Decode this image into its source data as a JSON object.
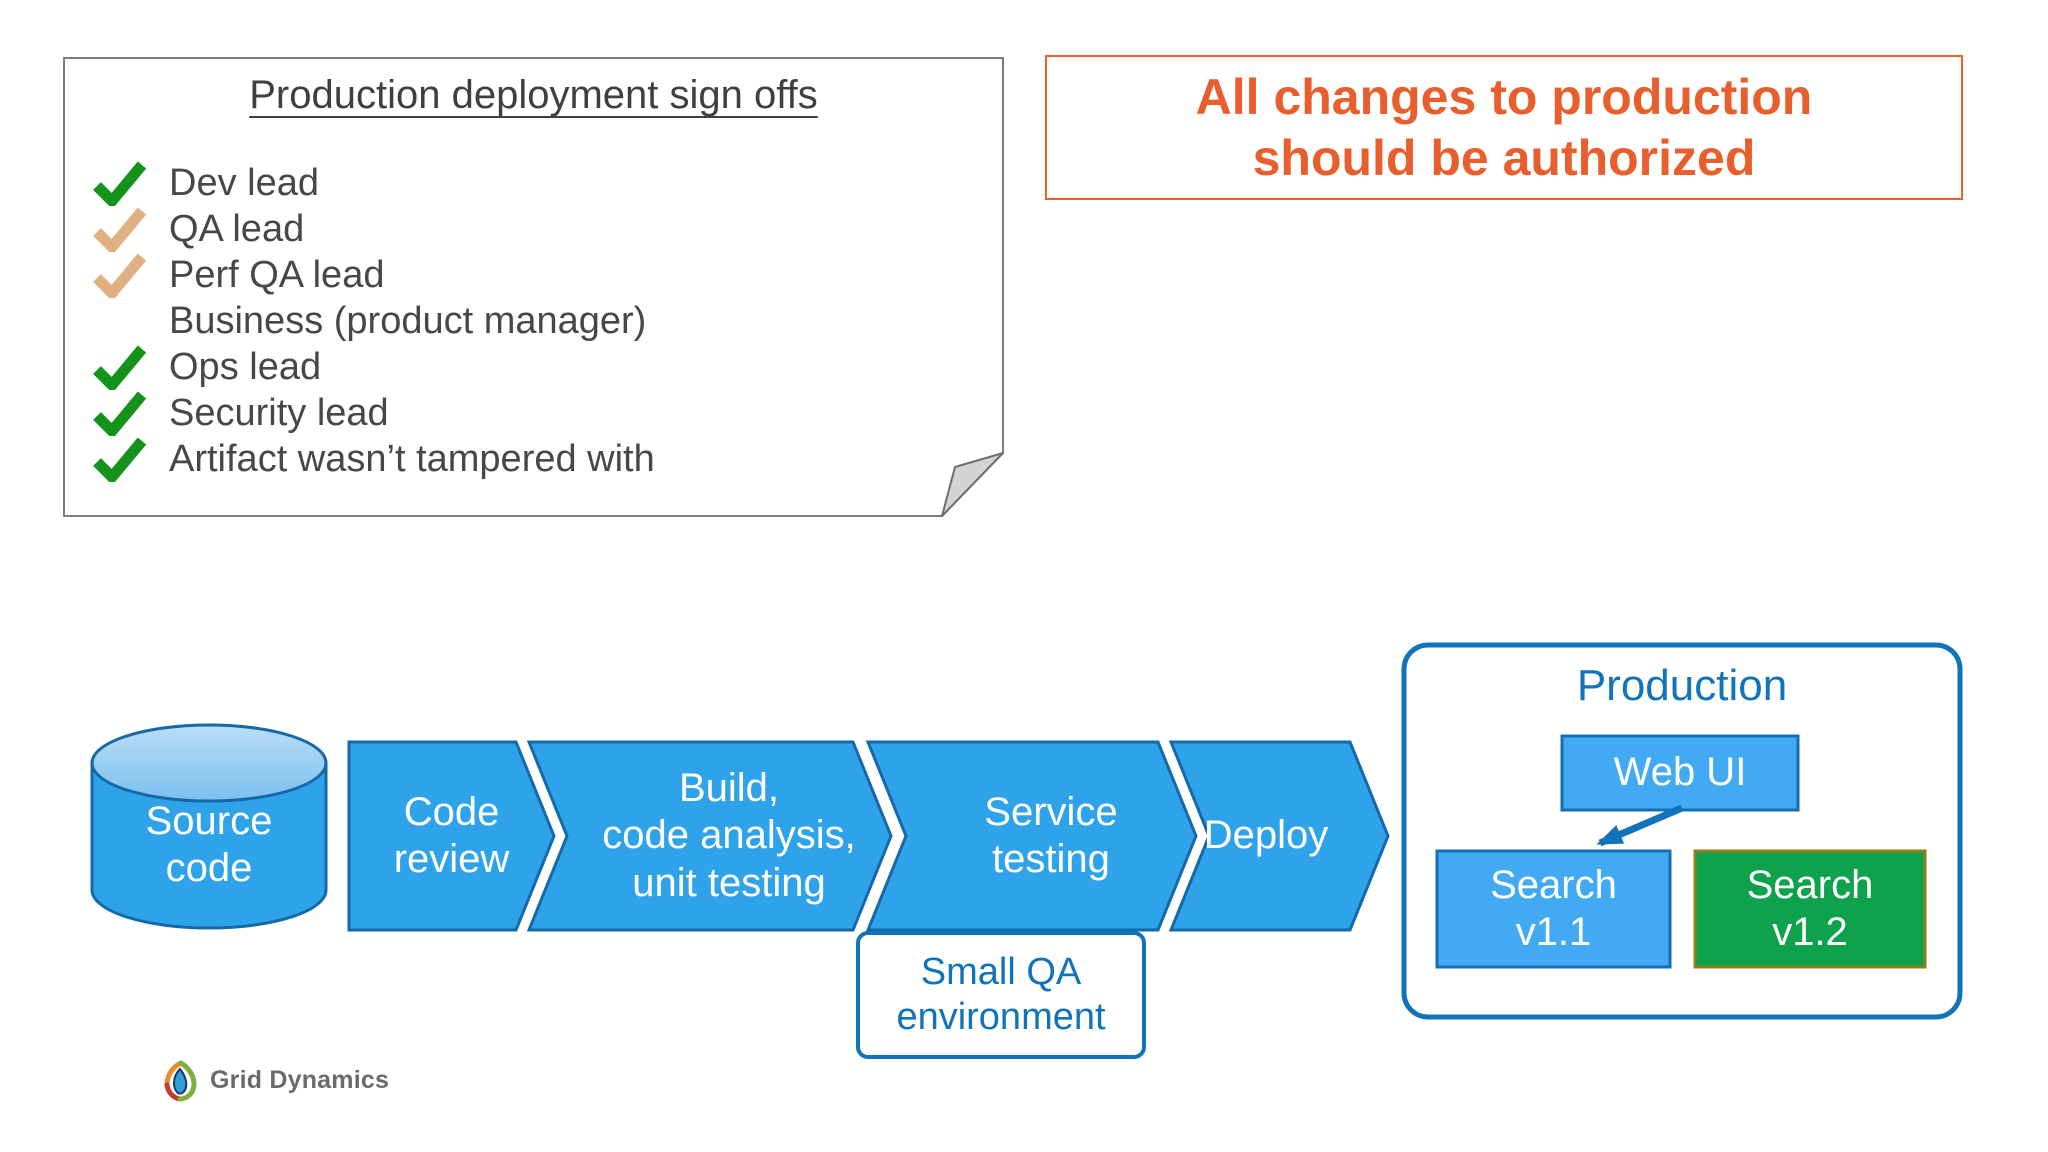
{
  "signoff_note": {
    "title": "Production deployment sign offs",
    "items": [
      {
        "label": "Dev lead",
        "check": "green"
      },
      {
        "label": "QA lead",
        "check": "tan"
      },
      {
        "label": "Perf QA lead",
        "check": "tan"
      },
      {
        "label": "Business (product manager)",
        "check": "none"
      },
      {
        "label": "Ops lead",
        "check": "green"
      },
      {
        "label": "Security lead",
        "check": "green"
      },
      {
        "label": "Artifact wasn’t tampered with",
        "check": "green"
      }
    ]
  },
  "callout": {
    "line1": "All changes to production",
    "line2": "should be authorized"
  },
  "pipeline": {
    "source": {
      "line1": "Source",
      "line2": "code"
    },
    "stages": [
      {
        "lines": [
          "Code",
          "review"
        ]
      },
      {
        "lines": [
          "Build,",
          "code analysis,",
          "unit testing"
        ]
      },
      {
        "lines": [
          "Service",
          "testing"
        ]
      },
      {
        "lines": [
          "Deploy"
        ]
      }
    ],
    "qa_env": {
      "line1": "Small QA",
      "line2": "environment"
    },
    "production": {
      "title": "Production",
      "web_ui": "Web UI",
      "search_v11": {
        "line1": "Search",
        "line2": "v1.1"
      },
      "search_v12": {
        "line1": "Search",
        "line2": "v1.2"
      }
    }
  },
  "footer": {
    "brand": "Grid Dynamics"
  },
  "colors": {
    "accent_orange": "#e85f2d",
    "flow_blue_fill": "#2fa3ea",
    "flow_blue_border": "#1569a9",
    "inner_box_blue": "#41aaf2",
    "deep_blue": "#1173b9",
    "green_fill": "#0da24b",
    "green_border": "#90801a",
    "check_green": "#15921b",
    "check_tan": "#e0b083",
    "note_border_gray": "#7c7c7c"
  }
}
